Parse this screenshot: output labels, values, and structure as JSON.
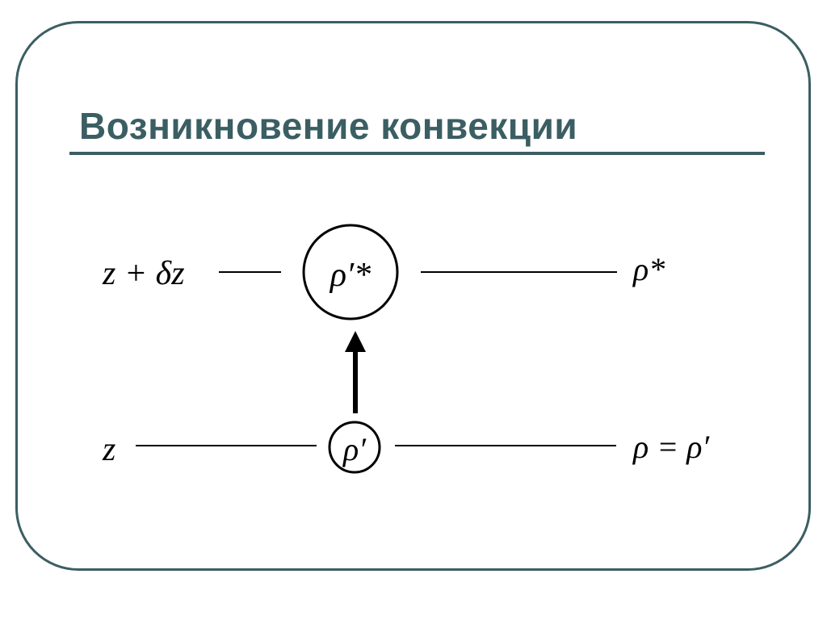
{
  "slide": {
    "title": "Возникновение конвекции"
  },
  "diagram": {
    "upper_level": {
      "height_label": "z + δz",
      "parcel_label": "ρ′*",
      "environment_label": "ρ*"
    },
    "lower_level": {
      "height_label": "z",
      "parcel_label": "ρ′",
      "environment_label": "ρ = ρ′"
    }
  },
  "colors": {
    "accent": "#3b5e63",
    "ink": "#000000"
  }
}
